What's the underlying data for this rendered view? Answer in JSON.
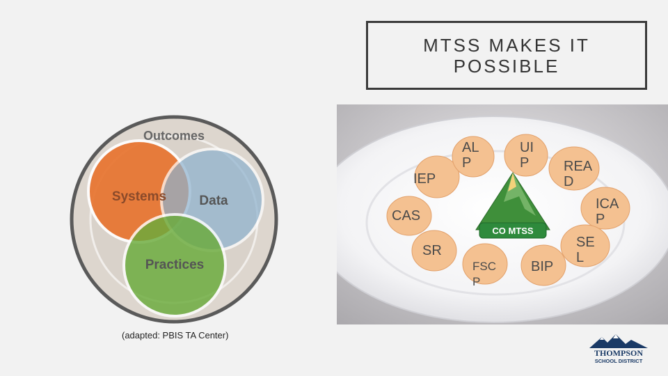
{
  "title": "MTSS MAKES IT POSSIBLE",
  "venn": {
    "outer_label": "Outcomes",
    "circles": [
      {
        "label": "Systems",
        "color": "#e8742f"
      },
      {
        "label": "Data",
        "color": "#8fb3cf"
      },
      {
        "label": "Practices",
        "color": "#6aab3b"
      }
    ]
  },
  "caption": "(adapted: PBIS TA Center)",
  "plate": {
    "badge_text": "CO MTSS",
    "labels": [
      {
        "id": "iep",
        "text": "IEP"
      },
      {
        "id": "alp",
        "text": "AL\nP"
      },
      {
        "id": "uip",
        "text": "UI\nP"
      },
      {
        "id": "read",
        "text": "REA\nD"
      },
      {
        "id": "icap",
        "text": "ICA\nP"
      },
      {
        "id": "cas",
        "text": "CAS"
      },
      {
        "id": "sr",
        "text": "SR"
      },
      {
        "id": "fscp",
        "text": "FSC\nP"
      },
      {
        "id": "bip",
        "text": "BIP"
      },
      {
        "id": "sel",
        "text": "SE\nL"
      }
    ]
  },
  "logo": {
    "line1": "THOMPSON",
    "line2": "SCHOOL DISTRICT"
  }
}
